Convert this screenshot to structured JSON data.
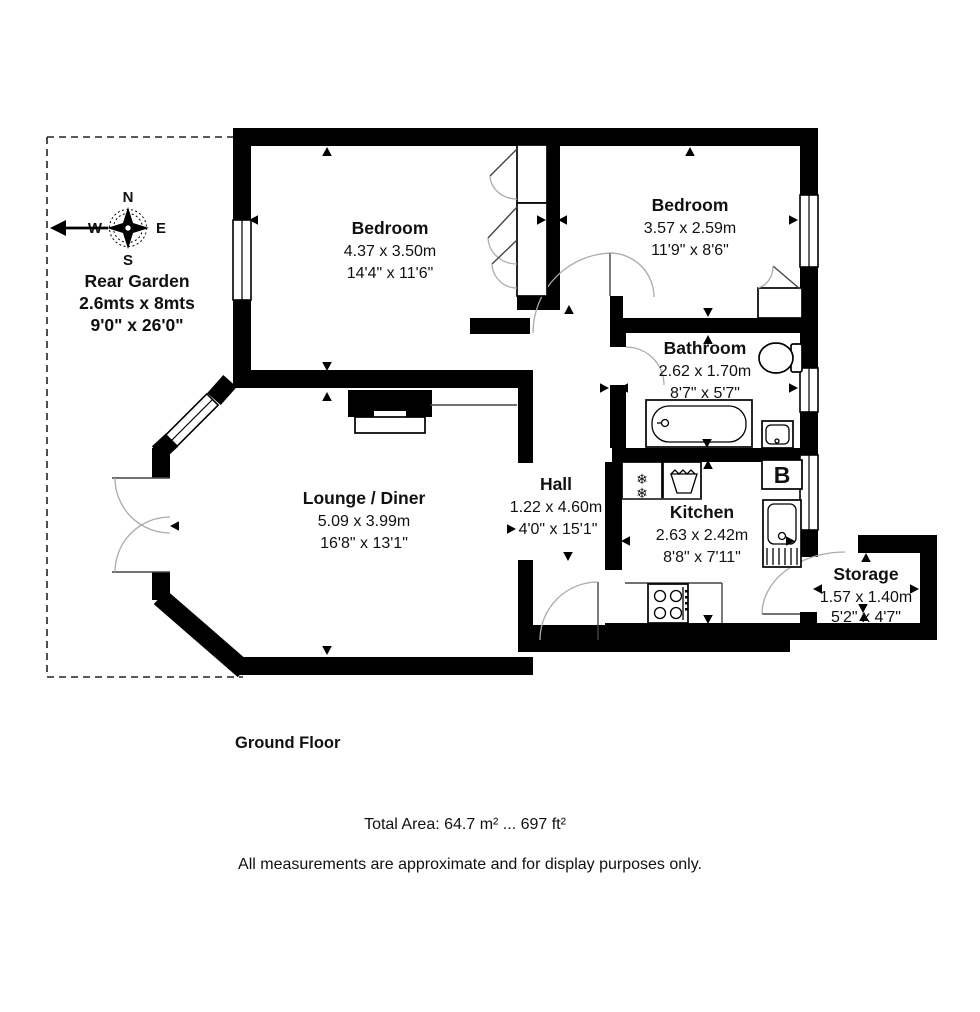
{
  "rooms": [
    {
      "id": "bedroom-1",
      "name": "Bedroom",
      "metric": "4.37 x 3.50m",
      "imperial": "14'4\" x 11'6\""
    },
    {
      "id": "bedroom-2",
      "name": "Bedroom",
      "metric": "3.57 x 2.59m",
      "imperial": "11'9\" x 8'6\""
    },
    {
      "id": "bathroom",
      "name": "Bathroom",
      "metric": "2.62 x 1.70m",
      "imperial": "8'7\" x 5'7\""
    },
    {
      "id": "hall",
      "name": "Hall",
      "metric": "1.22 x 4.60m",
      "imperial": "4'0\" x 15'1\""
    },
    {
      "id": "lounge-diner",
      "name": "Lounge / Diner",
      "metric": "5.09 x 3.99m",
      "imperial": "16'8\" x 13'1\""
    },
    {
      "id": "kitchen",
      "name": "Kitchen",
      "metric": "2.63 x 2.42m",
      "imperial": "8'8\" x 7'11\""
    },
    {
      "id": "storage",
      "name": "Storage",
      "metric": "1.57 x 1.40m",
      "imperial": "5'2\" x 4'7\""
    }
  ],
  "garden": {
    "name": "Rear Garden",
    "metric": "2.6mts x 8mts",
    "imperial": "9'0\" x 26'0\""
  },
  "compass": {
    "north": "N",
    "south": "S",
    "east": "E",
    "west": "W"
  },
  "labels": {
    "floor": "Ground Floor",
    "total_area": "Total Area: 64.7 m² ... 697 ft²",
    "disclaimer": "All measurements are approximate and for display purposes only.",
    "boiler": "B"
  },
  "colors": {
    "wall": "#000000",
    "background": "#ffffff",
    "door_arc": "#ababab"
  }
}
